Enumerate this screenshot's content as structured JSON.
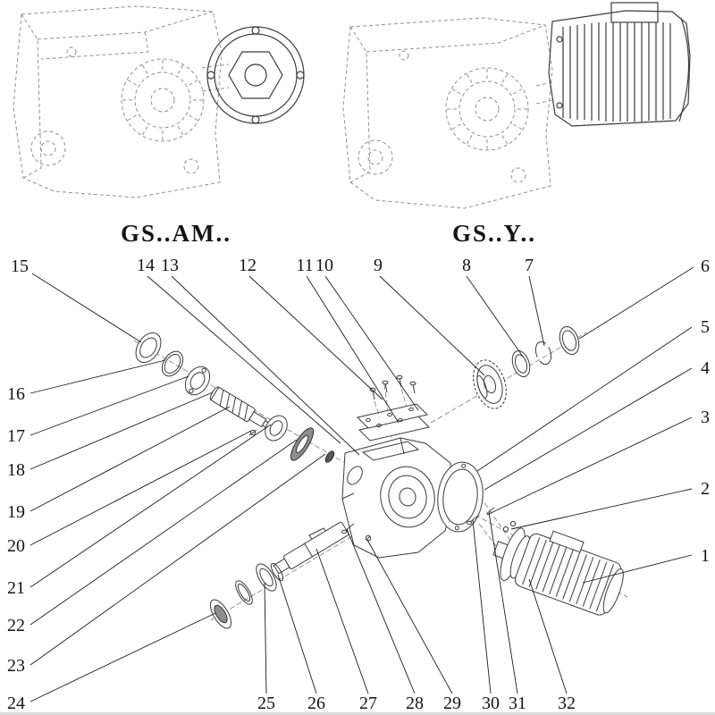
{
  "diagram": {
    "variant_labels": [
      "GS..AM..",
      "GS..Y.."
    ],
    "callouts": [
      "1",
      "2",
      "3",
      "4",
      "5",
      "6",
      "7",
      "8",
      "9",
      "10",
      "11",
      "12",
      "13",
      "14",
      "15",
      "16",
      "17",
      "18",
      "19",
      "20",
      "21",
      "22",
      "23",
      "24",
      "25",
      "26",
      "27",
      "28",
      "29",
      "30",
      "31",
      "32"
    ]
  }
}
